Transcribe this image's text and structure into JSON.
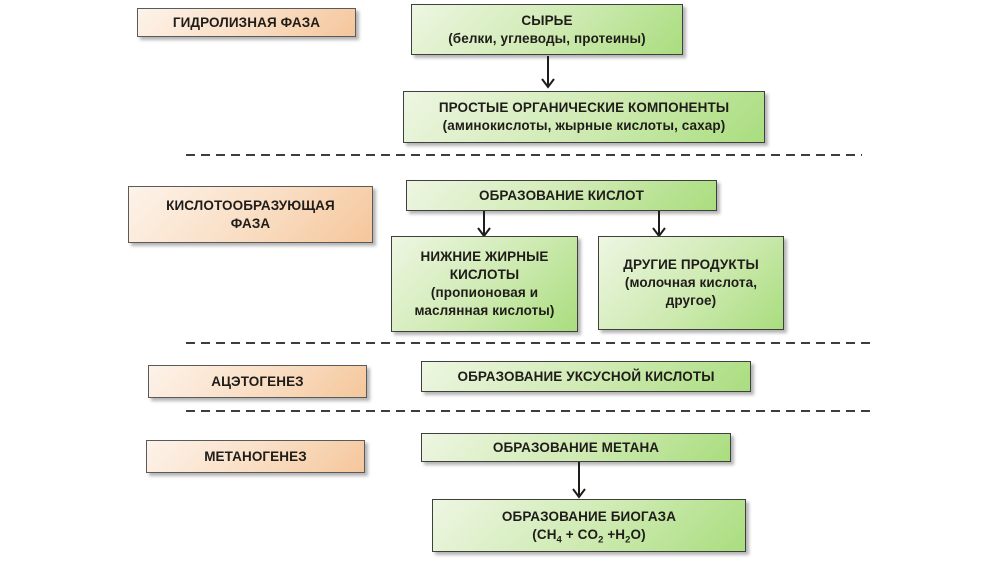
{
  "colors": {
    "green_light": "#eef6e2",
    "green_mid": "#cdeab0",
    "green_dark": "#a9dd7e",
    "green_border": "#3f3f3f",
    "orange_light": "#fdf3ea",
    "orange_mid": "#f9ddc2",
    "orange_dark": "#f5c69b",
    "orange_border": "#5a5a5a",
    "text": "#1f1c1a",
    "line": "#3d3d3d"
  },
  "phases": [
    {
      "label": "ГИДРОЛИЗНАЯ ФАЗА"
    },
    {
      "label": "КИСЛОТООБРАЗУЮЩАЯ\nФАЗА"
    },
    {
      "label": "АЦЭТОГЕНЕЗ"
    },
    {
      "label": "МЕТАНОГЕНЕЗ"
    }
  ],
  "nodes": {
    "feedstock": {
      "title": "СЫРЬЕ",
      "subtitle": "(белки, углеводы, протеины)"
    },
    "simple_components": {
      "title": "ПРОСТЫЕ ОРГАНИЧЕСКИЕ КОМПОНЕНТЫ",
      "subtitle": "(аминокислоты, жырные кислоты, сахар)"
    },
    "acid_formation": {
      "title": "ОБРАЗОВАНИЕ КИСЛОТ"
    },
    "lower_fatty_acids": {
      "title": "НИЖНИЕ ЖИРНЫЕ\nКИСЛОТЫ",
      "subtitle": "(пропионовая и\nмаслянная кислоты)"
    },
    "other_products": {
      "title": "ДРУГИЕ ПРОДУКТЫ",
      "subtitle": "(молочная кислота,\nдругое)"
    },
    "acetic_acid": {
      "title": "ОБРАЗОВАНИЕ УКСУСНОЙ КИСЛОТЫ"
    },
    "methane": {
      "title": "ОБРАЗОВАНИЕ МЕТАНА"
    },
    "biogas": {
      "title": "ОБРАЗОВАНИЕ БИОГАЗА",
      "formula": {
        "p1": "(CH",
        "s1": "4",
        "p2": " + CO",
        "s2": "2",
        "p3": " +H",
        "s3": "2",
        "p4": "O)"
      }
    }
  }
}
